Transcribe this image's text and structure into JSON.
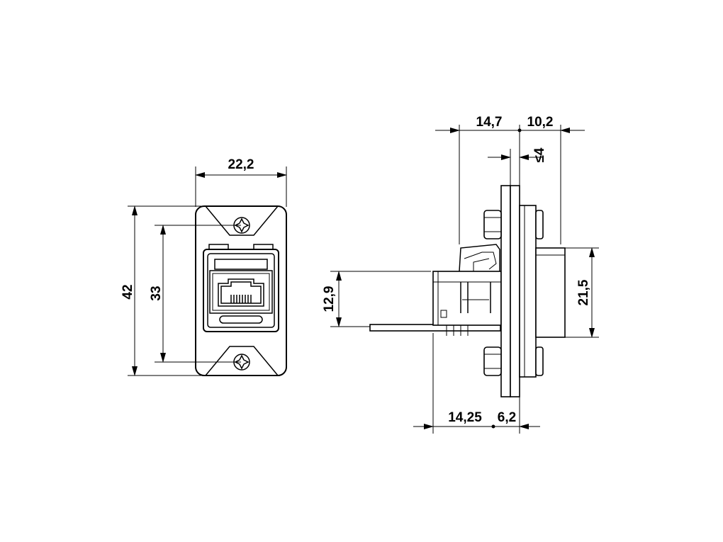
{
  "front_view": {
    "width_label": "22,2",
    "height_label": "42",
    "hole_spacing_label": "33"
  },
  "side_view": {
    "top_left_label": "14,7",
    "top_right_label": "10,2",
    "panel_thickness_label": "≤4",
    "left_height_label": "12,9",
    "right_height_label": "21,5",
    "bottom_left_label": "14,25",
    "bottom_right_label": "6,2"
  }
}
